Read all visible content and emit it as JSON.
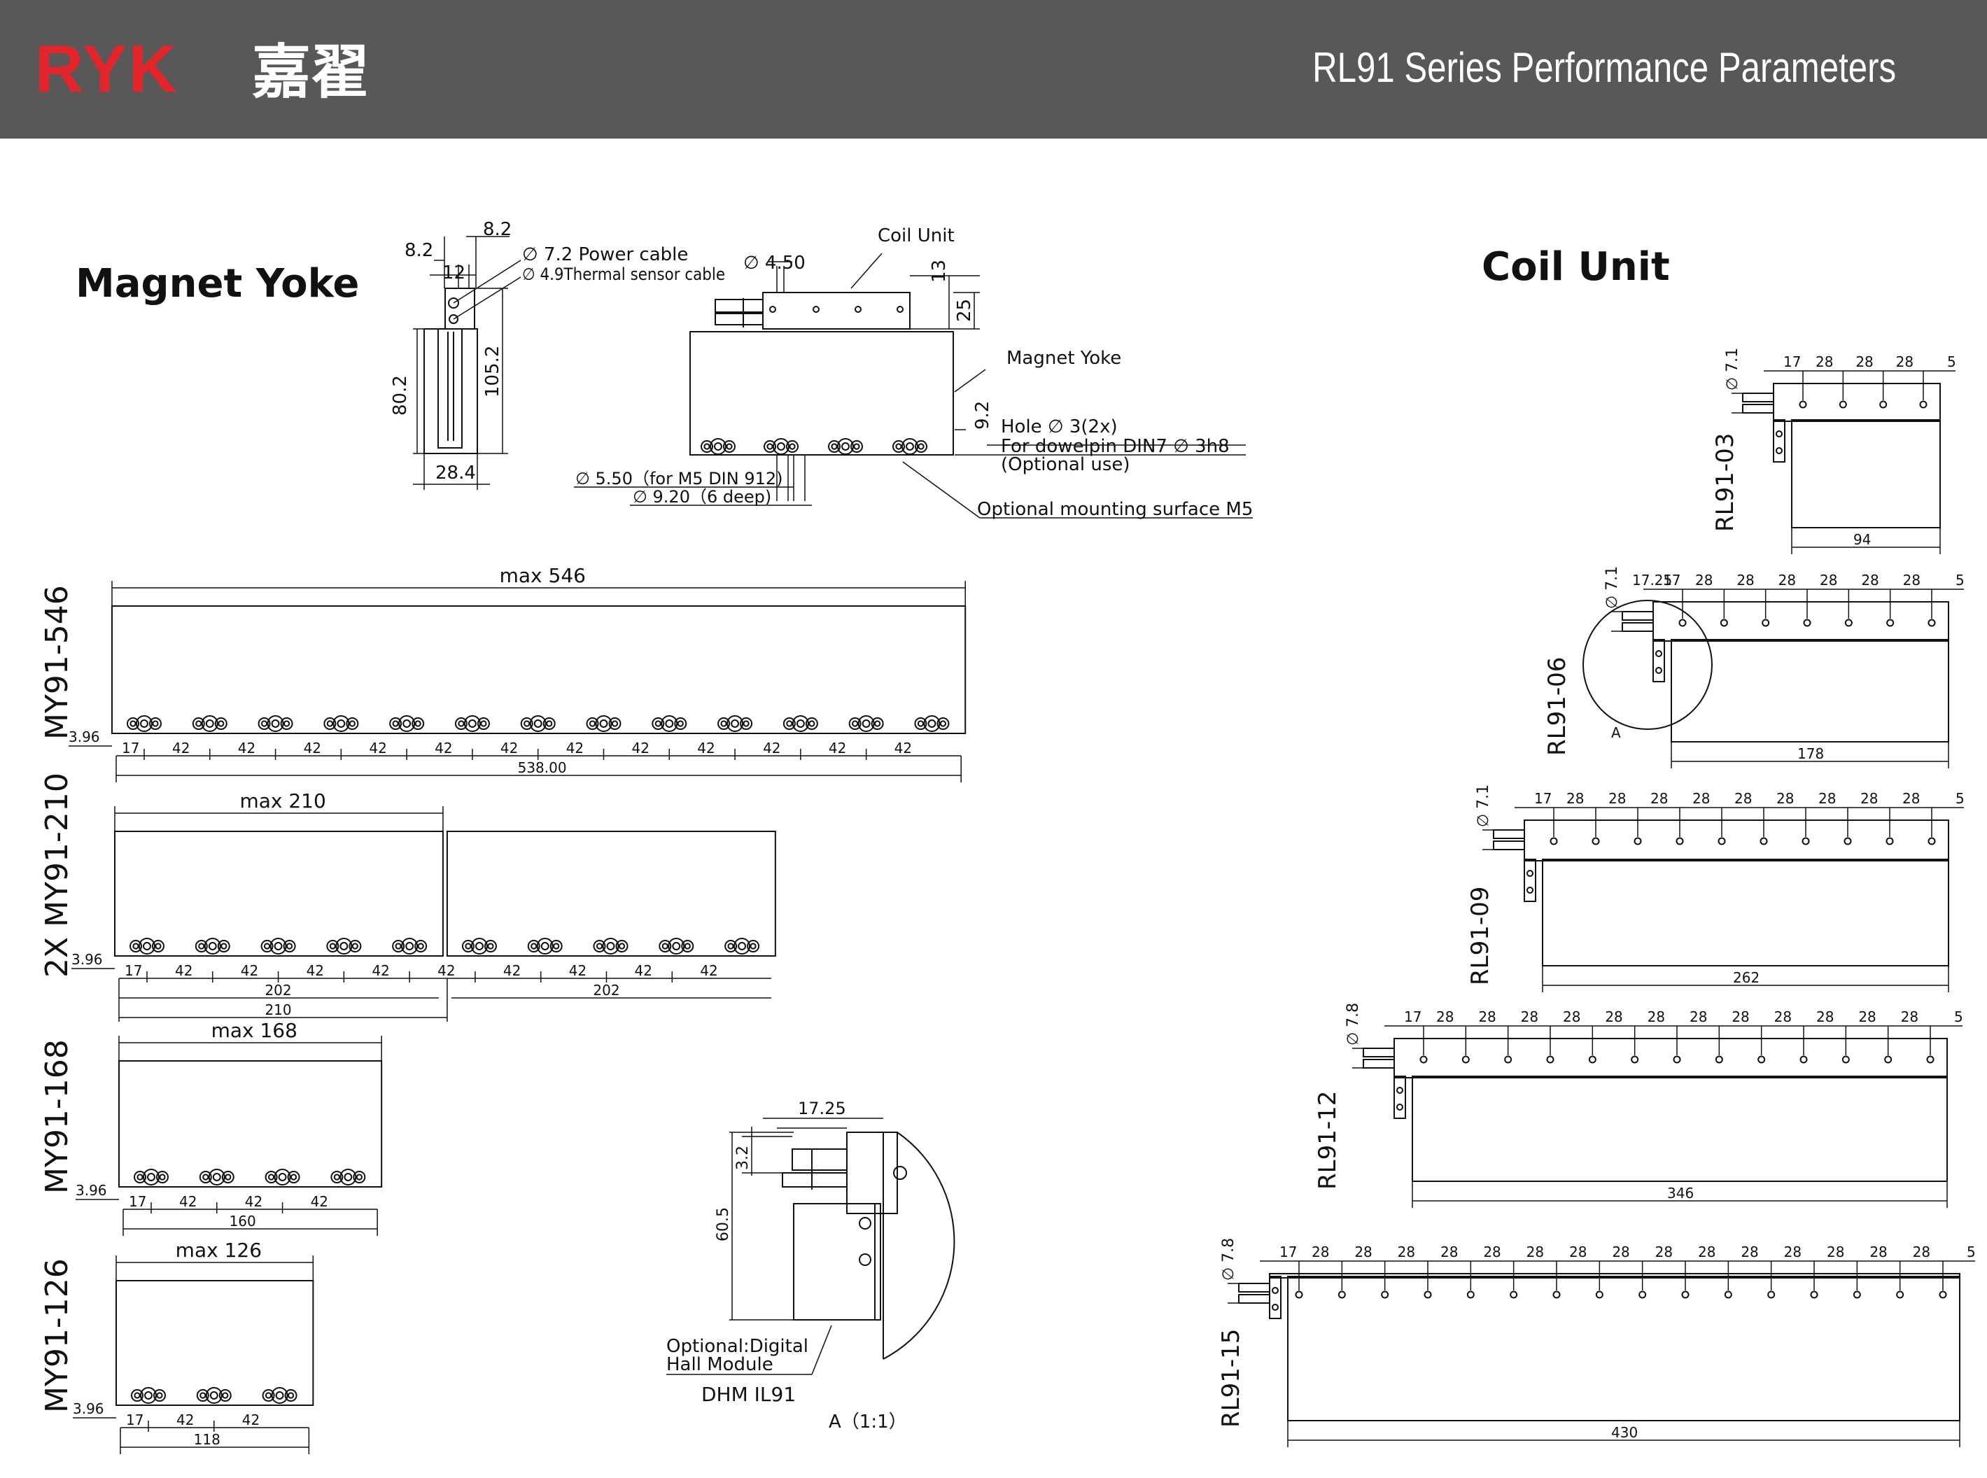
{
  "header": {
    "logo_latin": "RYK",
    "logo_cn": "嘉翟",
    "title": "RL91 Series Performance Parameters"
  },
  "colors": {
    "header_bg": "#595757",
    "logo_red": "#e1252b",
    "line": "#111111"
  },
  "sections": {
    "magnet_yoke": "Magnet Yoke",
    "coil_unit": "Coil Unit"
  },
  "cross_section": {
    "dim_82_top": "8.2",
    "dim_82_left": "8.2",
    "dim_12": "12",
    "dim_802": "80.2",
    "dim_1052": "105.2",
    "dim_284": "28.4",
    "power_cable": "∅ 7.2 Power cable",
    "thermal_cable": "∅ 4.9Thermal sensor cable"
  },
  "side_view": {
    "coil_unit": "Coil Unit",
    "dim_450": "∅ 4.50",
    "dim_13": "13",
    "dim_25": "25",
    "magnet_yoke": "Magnet Yoke",
    "dim_92": "9.2",
    "hole_1": "Hole ∅ 3(2x)",
    "hole_2": "For dowelpin DIN7 ∅ 3h8",
    "hole_3": "(Optional use)",
    "m5_1": "∅ 5.50（for M5 DIN 912)",
    "m5_2": "∅ 9.20（6 deep)",
    "mounting": "Optional mounting surface M5"
  },
  "magnet_yokes": [
    {
      "name": "MY91-546",
      "max": "max 546",
      "offset": "3.96",
      "first": "17",
      "pitch_labels": [
        "42",
        "42",
        "42",
        "42",
        "42",
        "42",
        "42",
        "42",
        "42",
        "42",
        "42",
        "42"
      ],
      "total": "538.00"
    },
    {
      "name": "2X MY91-210",
      "max": "max 210",
      "offset": "3.96",
      "first": "17",
      "pitch_labels": [
        "42",
        "42",
        "42",
        "42",
        "42",
        "42",
        "42",
        "42",
        "42"
      ],
      "totals": [
        "202",
        "210",
        "202"
      ]
    },
    {
      "name": "MY91-168",
      "max": "max 168",
      "offset": "3.96",
      "first": "17",
      "pitch_labels": [
        "42",
        "42",
        "42"
      ],
      "total": "160"
    },
    {
      "name": "MY91-126",
      "max": "max 126",
      "offset": "3.96",
      "first": "17",
      "pitch_labels": [
        "42",
        "42"
      ],
      "total": "118"
    }
  ],
  "hall_module": {
    "dim_1725": "17.25",
    "dim_32": "3.2",
    "dim_605": "60.5",
    "label_1": "Optional:Digital",
    "label_2": "Hall Module",
    "model": "DHM IL91",
    "detail": "A（1:1）"
  },
  "coil_units": [
    {
      "name": "RL91-03",
      "dia": "∅ 7.1",
      "first": "17",
      "pitches": [
        "28",
        "28",
        "28"
      ],
      "end": "5",
      "length": "94"
    },
    {
      "name": "RL91-06",
      "dia": "∅ 7.1",
      "pre": "17.25",
      "first": "17",
      "pitches": [
        "28",
        "28",
        "28",
        "28",
        "28",
        "28"
      ],
      "end": "5",
      "length": "178",
      "detail": "A"
    },
    {
      "name": "RL91-09",
      "dia": "∅ 7.1",
      "first": "17",
      "pitches": [
        "28",
        "28",
        "28",
        "28",
        "28",
        "28",
        "28",
        "28",
        "28"
      ],
      "end": "5",
      "length": "262"
    },
    {
      "name": "RL91-12",
      "dia": "∅ 7.8",
      "first": "17",
      "pitches": [
        "28",
        "28",
        "28",
        "28",
        "28",
        "28",
        "28",
        "28",
        "28",
        "28",
        "28",
        "28"
      ],
      "end": "5",
      "length": "346"
    },
    {
      "name": "RL91-15",
      "dia": "∅ 7.8",
      "first": "17",
      "pitches": [
        "28",
        "28",
        "28",
        "28",
        "28",
        "28",
        "28",
        "28",
        "28",
        "28",
        "28",
        "28",
        "28",
        "28",
        "28"
      ],
      "end": "5",
      "length": "430"
    }
  ]
}
